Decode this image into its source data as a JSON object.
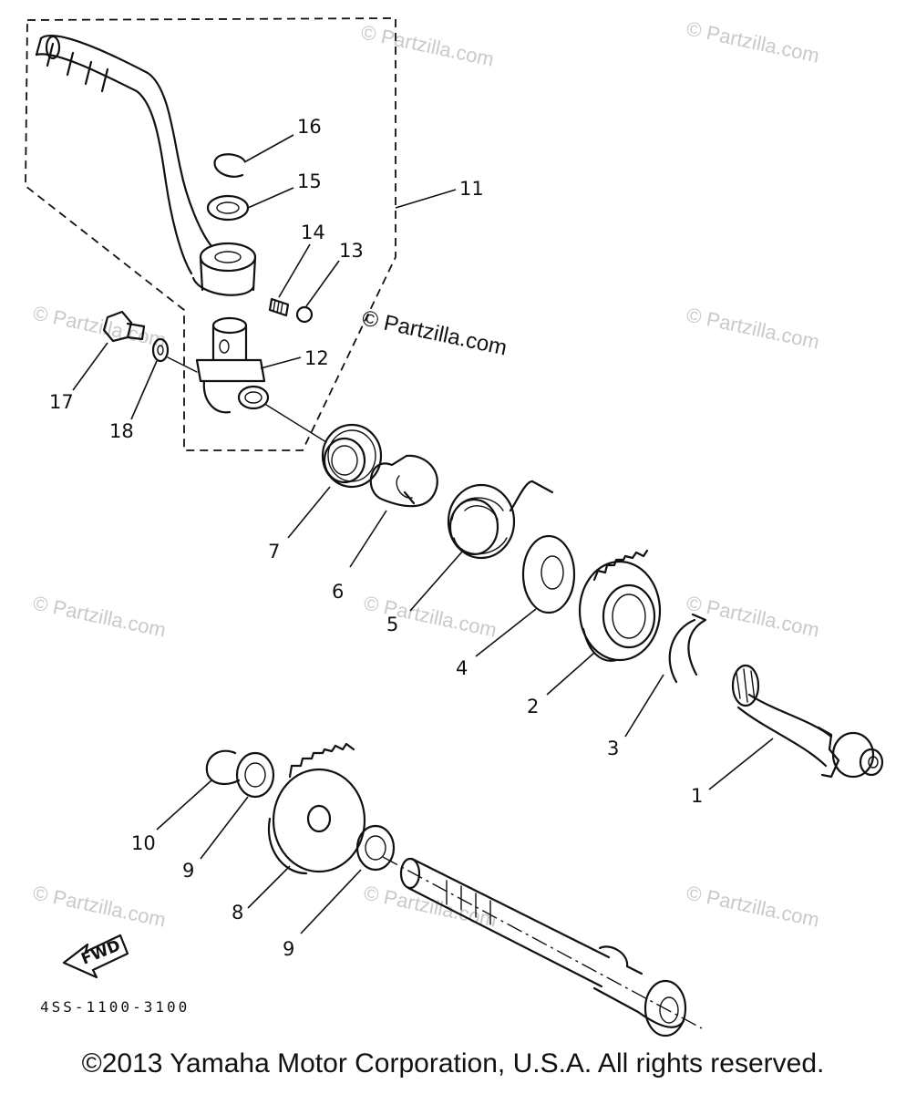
{
  "watermark": "© Partzilla.com",
  "watermark_center": "© Partzilla.com",
  "callouts": {
    "c1": "1",
    "c2": "2",
    "c3": "3",
    "c4": "4",
    "c5": "5",
    "c6": "6",
    "c7": "7",
    "c8": "8",
    "c9a": "9",
    "c9b": "9",
    "c10": "10",
    "c11": "11",
    "c12": "12",
    "c13": "13",
    "c14": "14",
    "c15": "15",
    "c16": "16",
    "c17": "17",
    "c18": "18"
  },
  "fwd_label": "FWD",
  "diagram_code": "4SS-1100-3100",
  "copyright": "©2013 Yamaha Motor Corporation, U.S.A. All rights reserved."
}
